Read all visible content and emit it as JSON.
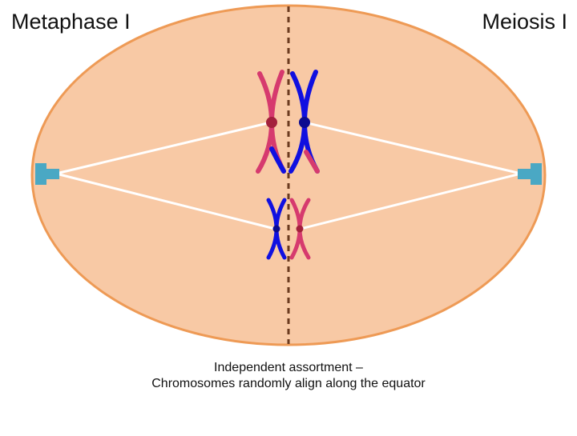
{
  "titles": {
    "left": "Metaphase I",
    "right": "Meiosis I"
  },
  "caption": {
    "line1": "Independent assortment –",
    "line2": "Chromosomes randomly align along the equator"
  },
  "colors": {
    "cell_fill": "#f8c9a5",
    "cell_border": "#ee9a55",
    "spindle_fiber": "#ffffff",
    "equator": "#6b3a1f",
    "centrosome": "#4aa8c4",
    "maternal_chromosome": "#d63a6e",
    "paternal_chromosome": "#1010e0",
    "centromere_maternal": "#a3203c",
    "centromere_paternal": "#0b0b90"
  },
  "icons": {
    "left_pole": "centrosome-icon",
    "right_pole": "centrosome-icon"
  }
}
